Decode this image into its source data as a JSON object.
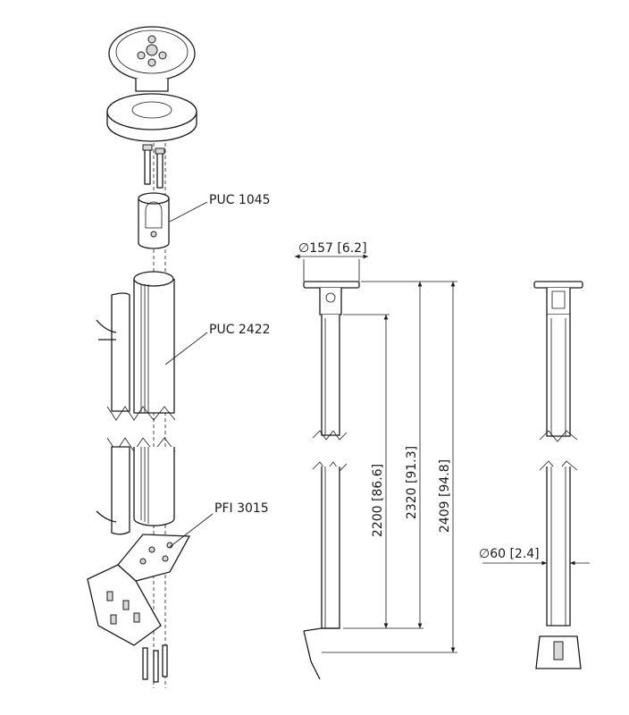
{
  "exploded_view": {
    "parts": [
      {
        "code": "PUC 1045"
      },
      {
        "code": "PUC 2422"
      },
      {
        "code": "PFI 3015"
      }
    ]
  },
  "front_view": {
    "plate_diameter": "∅157 [6.2]",
    "dimensions": [
      {
        "label": "2200 [86.6]"
      },
      {
        "label": "2320 [91.3]"
      },
      {
        "label": "2409 [94.8]"
      }
    ]
  },
  "side_view": {
    "tube_diameter": "∅60 [2.4]"
  }
}
